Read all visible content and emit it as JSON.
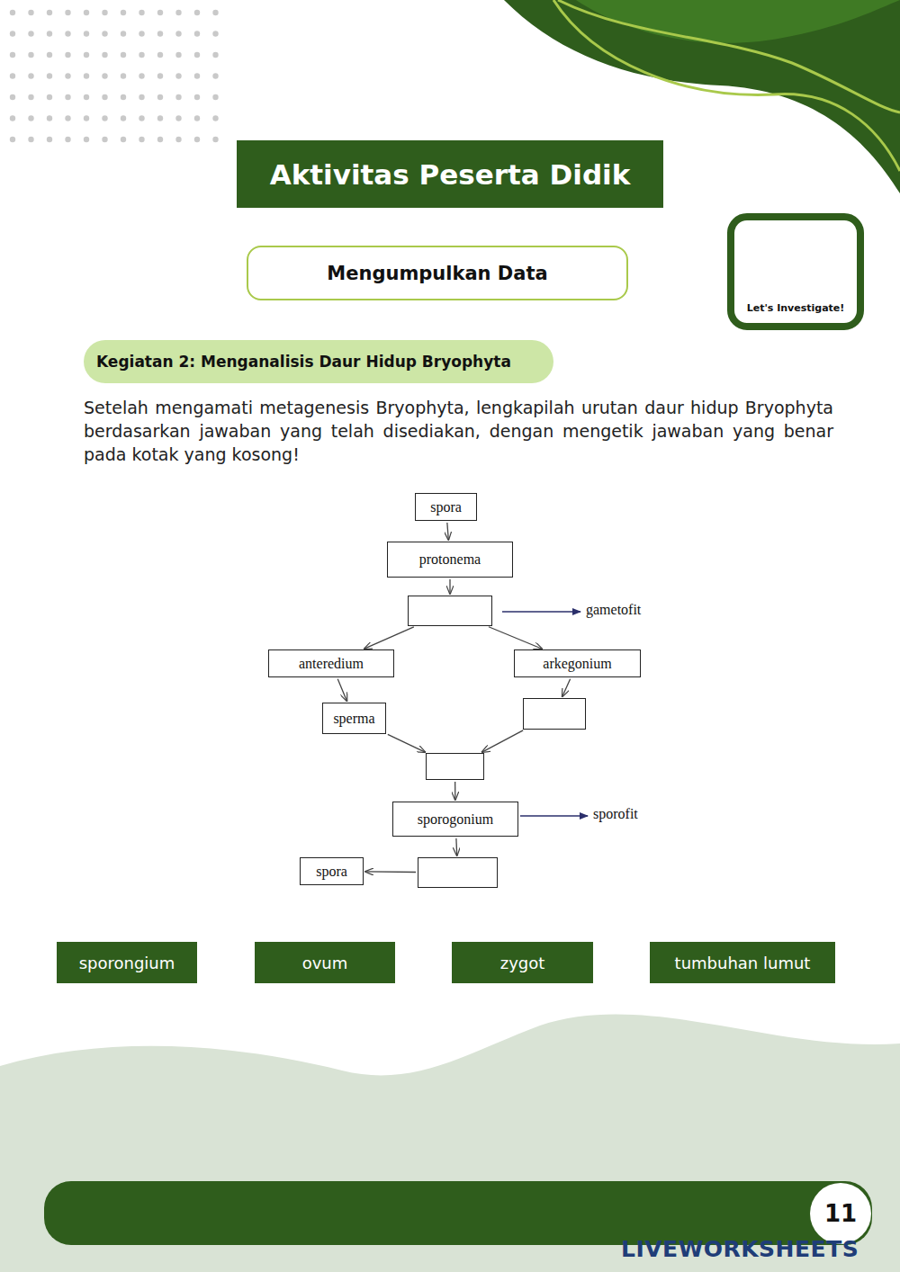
{
  "diagram": {
    "nodes": [
      {
        "text": [
          "Aktivitas Peserta Didik"
        ]
      },
      {
        "text": [
          "Mengumpulkan Data"
        ]
      },
      {
        "text": [
          "Let's Investigate!"
        ]
      },
      {
        "text": [
          "Kegiatan 2: Menganalisis Daur Hidup Bryophyta"
        ]
      },
      {
        "text": [
          "spora"
        ]
      },
      {
        "text": [
          "protonema"
        ]
      },
      {
        "text": []
      },
      {
        "text": [
          "anteredium"
        ]
      },
      {
        "text": [
          "arkegonium"
        ]
      },
      {
        "text": [
          "sperma"
        ]
      },
      {
        "text": []
      },
      {
        "text": []
      },
      {
        "text": [
          "sporogonium"
        ]
      },
      {
        "text": [
          "spora"
        ]
      },
      {
        "text": []
      },
      {
        "text": [
          "sporongium"
        ]
      },
      {
        "text": [
          "ovum"
        ]
      },
      {
        "text": [
          "zygot"
        ]
      },
      {
        "text": [
          "tumbuhan lumut"
        ]
      },
      {
        "text": [
          "11"
        ]
      }
    ],
    "edges": [
      {
        "from": 4,
        "to": 5,
        "arrow": "to"
      },
      {
        "from": 5,
        "to": 6,
        "arrow": "to"
      },
      {
        "from": 6,
        "to": 7,
        "arrow": "to"
      },
      {
        "from": 6,
        "to": 8,
        "arrow": "to"
      },
      {
        "from": 7,
        "to": 9,
        "arrow": "to"
      },
      {
        "from": 8,
        "to": 10,
        "arrow": "to"
      },
      {
        "from": 9,
        "to": 11,
        "arrow": "to"
      },
      {
        "from": 10,
        "to": 11,
        "arrow": "to"
      },
      {
        "from": 11,
        "to": 12,
        "arrow": "to"
      },
      {
        "from": 12,
        "to": 14,
        "arrow": "to"
      },
      {
        "from": 14,
        "to": 13,
        "arrow": "to"
      }
    ],
    "labels": [
      "Setelah mengamati metagenesis Bryophyta, lengkapilah urutan daur hidup Bryophyta berdasarkan jawaban yang telah disediakan, dengan mengetik jawaban yang benar pada kotak yang kosong!",
      "gametofit",
      "sporofit",
      "LIVEWORKSHEETS"
    ]
  }
}
